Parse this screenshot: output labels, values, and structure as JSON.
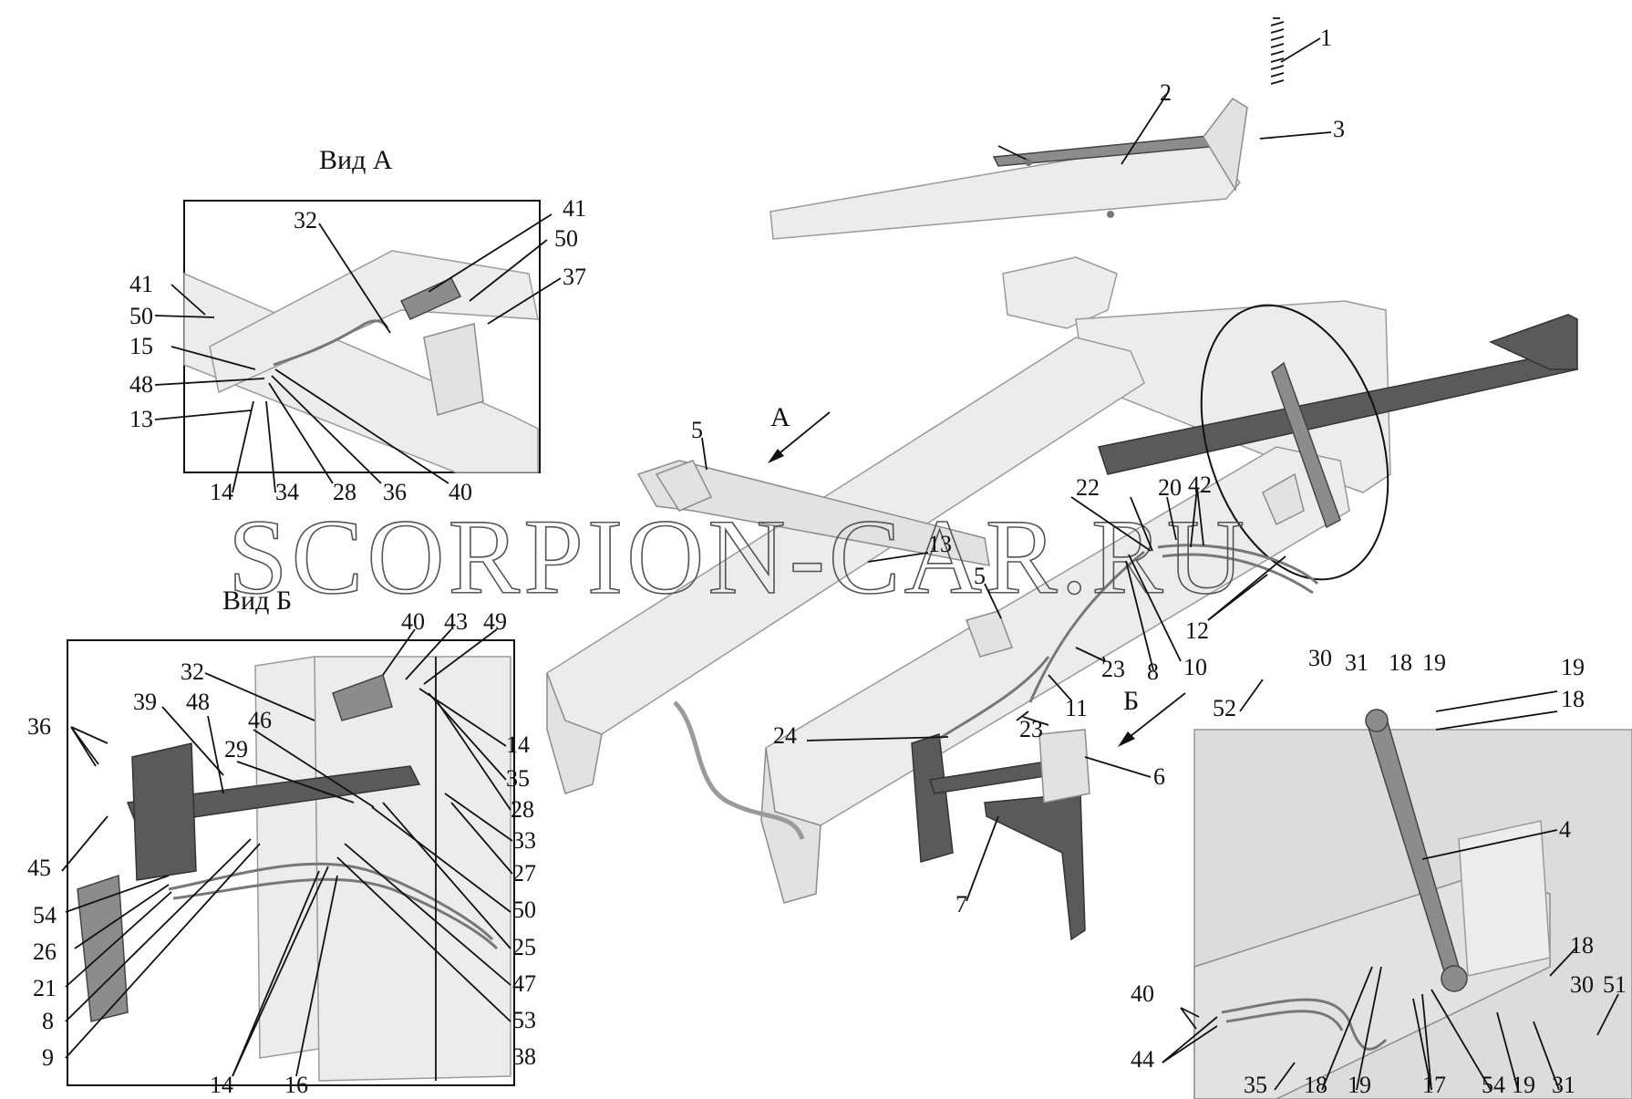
{
  "view_labels": {
    "view_a": "Вид А",
    "view_b": "Вид Б",
    "arrow_a": "А",
    "arrow_b": "Б"
  },
  "watermark": "SCORPION-CAR.RU",
  "callouts_main": [
    "1",
    "2",
    "3",
    "4",
    "5",
    "5",
    "6",
    "7",
    "8",
    "10",
    "11",
    "12",
    "13",
    "20",
    "22",
    "23",
    "23",
    "24",
    "42"
  ],
  "callouts_detail_b_right": [
    "52",
    "30",
    "31",
    "18",
    "19",
    "19",
    "18",
    "40",
    "44",
    "35",
    "18",
    "19",
    "17",
    "54",
    "19",
    "31",
    "18",
    "30",
    "51"
  ],
  "callouts_view_a": [
    "32",
    "41",
    "50",
    "37",
    "41",
    "50",
    "15",
    "48",
    "13",
    "14",
    "34",
    "28",
    "36",
    "40"
  ],
  "callouts_view_b": [
    "40",
    "43",
    "49",
    "32",
    "39",
    "48",
    "46",
    "29",
    "36",
    "45",
    "54",
    "26",
    "21",
    "8",
    "9",
    "14",
    "16",
    "14",
    "35",
    "28",
    "33",
    "27",
    "50",
    "25",
    "47",
    "53",
    "38"
  ]
}
